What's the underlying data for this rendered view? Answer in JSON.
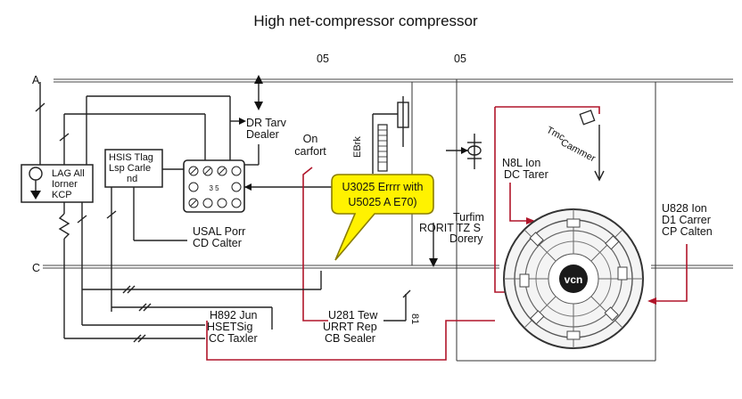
{
  "title": "High net-compressor compressor",
  "bus_labels": {
    "a": "A",
    "c": "C"
  },
  "top_labels": [
    "05",
    "05"
  ],
  "blocks": {
    "lag": [
      "LAG All",
      "Iorner",
      "KCP"
    ],
    "hsis": [
      "HSIS Tlag",
      "Lsp Carle",
      "nd"
    ],
    "dr": [
      "DR Tarv",
      "Dealer"
    ],
    "on": [
      "On",
      "carfort"
    ],
    "usal": [
      "USAL Porr",
      "CD Calter"
    ],
    "ebrk": [
      "EBrk"
    ],
    "rorit": [
      "Turfim",
      "RORIT TZ S",
      "Dorery"
    ],
    "n8l": [
      "N8L Ion",
      "DC Tarer"
    ],
    "tmc": [
      "Tmc",
      "Cammer"
    ],
    "u828": [
      "U828 Ion",
      "D1 Carrer",
      "CP Calten"
    ],
    "h892": [
      "H892 Jun",
      "HSETSig",
      "CC Taxler"
    ],
    "u281": [
      "U281 Tew",
      "URRT Rep",
      "CB Sealer"
    ],
    "side_81": "81"
  },
  "callout": [
    "U3025 Errrr with",
    "U5025 A E70)"
  ],
  "compressor": {
    "center_label": "vcn"
  },
  "colors": {
    "callout_fill": "#fff200",
    "callout_stroke": "#8a7d00",
    "wire_red": "#b0152a"
  },
  "icons": [
    "ground-icon",
    "fuse-icon",
    "compressor-icon",
    "resistor-icon"
  ]
}
